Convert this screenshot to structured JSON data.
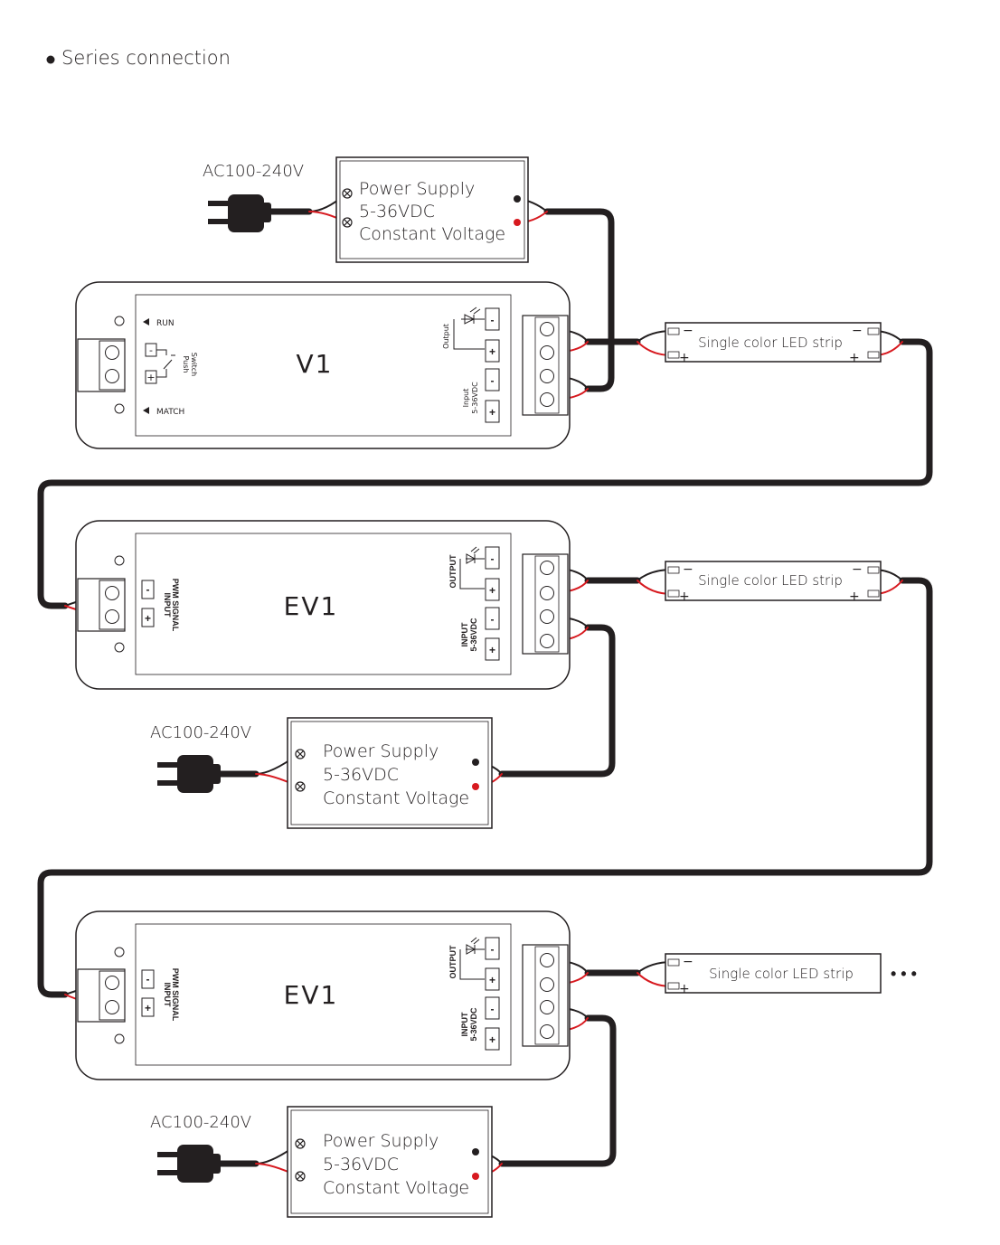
{
  "heading": "Series connection",
  "power_supplies": [
    {
      "ac_label": "AC100-240V",
      "line1": "Power Supply",
      "line2": "5-36VDC",
      "line3": "Constant Voltage"
    },
    {
      "ac_label": "AC100-240V",
      "line1": "Power Supply",
      "line2": "5-36VDC",
      "line3": "Constant Voltage"
    },
    {
      "ac_label": "AC100-240V",
      "line1": "Power Supply",
      "line2": "5-36VDC",
      "line3": "Constant Voltage"
    }
  ],
  "v1": {
    "name": "V1",
    "run_label": "RUN",
    "match_label": "MATCH",
    "push_label_1": "Push",
    "push_label_2": "Switch",
    "output_label": "Output",
    "input_label_1": "Input",
    "input_label_2": "5-36VDC",
    "minus": "-",
    "plus": "+"
  },
  "ev1": [
    {
      "name": "EV1",
      "signal_label_1": "INPUT",
      "signal_label_2": "PWM SIGNAL",
      "output_label": "OUTPUT",
      "input_label_1": "INPUT",
      "input_label_2": "5-36VDC",
      "minus": "-",
      "plus": "+"
    },
    {
      "name": "EV1",
      "signal_label_1": "INPUT",
      "signal_label_2": "PWM SIGNAL",
      "output_label": "OUTPUT",
      "input_label_1": "INPUT",
      "input_label_2": "5-36VDC",
      "minus": "-",
      "plus": "+"
    }
  ],
  "led_strips": [
    {
      "label": "Single color LED strip",
      "minus": "−",
      "plus": "+"
    },
    {
      "label": "Single color LED strip",
      "minus": "−",
      "plus": "+"
    },
    {
      "label": "Single color LED strip",
      "minus": "−",
      "plus": "+"
    }
  ],
  "continuation": "• • •",
  "colors": {
    "wire_black": "#231f20",
    "wire_red": "#d7191f",
    "outline": "#231f20"
  }
}
